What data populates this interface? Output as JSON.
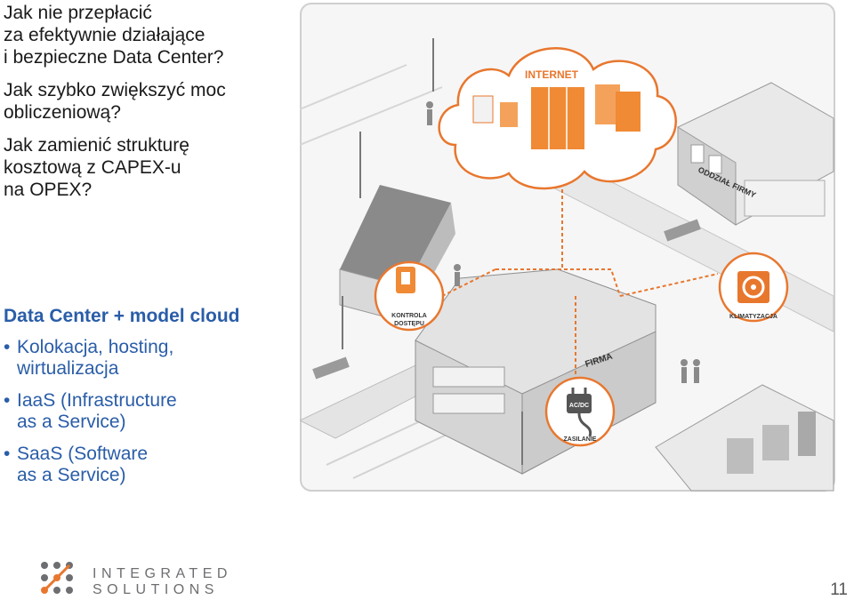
{
  "questions": [
    "Jak nie przepłacić\nza efektywnie działające\ni bezpieczne Data Center?",
    "Jak szybko zwiększyć moc\nobliczeniową?",
    "Jak zamienić strukturę\nkosztową z CAPEX-u\nna OPEX?"
  ],
  "datacenter": {
    "title": "Data Center + model cloud",
    "items": [
      "Kolokacja, hosting,\nwirtualizacja",
      "IaaS (Infrastructure\nas a Service)",
      "SaaS (Software\nas a Service)"
    ]
  },
  "illustration": {
    "cloud_label": "INTERNET",
    "branch_label": "ODDZIAŁ FIRMY",
    "company_label": "FIRMA",
    "access_label_line1": "KONTROLA",
    "access_label_line2": "DOSTĘPU",
    "cooling_label": "KLIMATYZACJA",
    "power_label": "ZASILANIE",
    "power_badge": "AC/DC"
  },
  "logo": {
    "line1": "INTEGRATED",
    "line2": "SOLUTIONS"
  },
  "page_number": "11",
  "colors": {
    "accent": "#e8772e",
    "text_blue": "#2a5da8",
    "logo_gray": "#6d6e71"
  }
}
